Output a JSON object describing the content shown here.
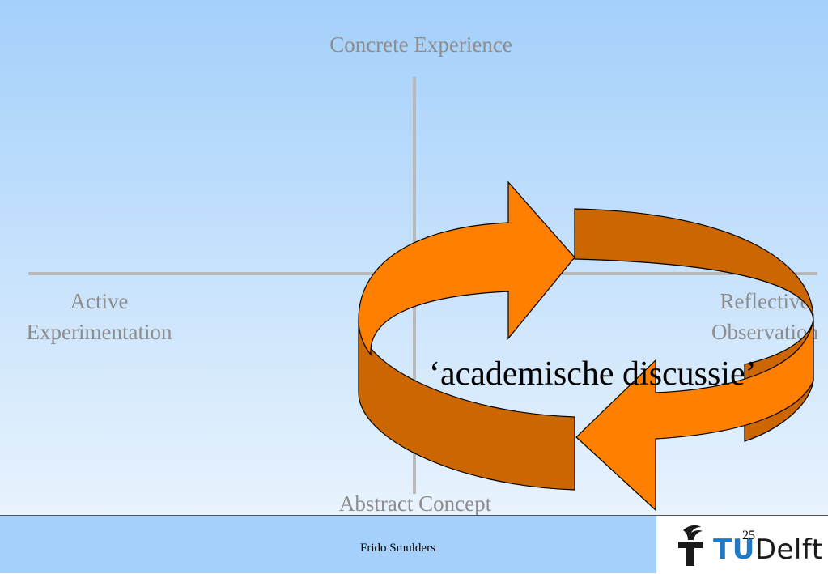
{
  "diagram": {
    "axis_top": "Concrete Experience",
    "axis_bottom": "Abstract Concept",
    "axis_left": [
      "Active",
      "Experimentation"
    ],
    "axis_right": [
      "Reflective",
      "Observation"
    ],
    "cycle_label": "‘academische discussie’",
    "colors": {
      "arrow_light": "#ff7f00",
      "arrow_dark": "#cc6600",
      "axis": "#b9b9b9",
      "axis_label": "#8d8d8d"
    }
  },
  "footer": {
    "author": "Frido Smulders",
    "page_number": "25",
    "logo_text": "Delft",
    "logo_mark": "TU"
  }
}
